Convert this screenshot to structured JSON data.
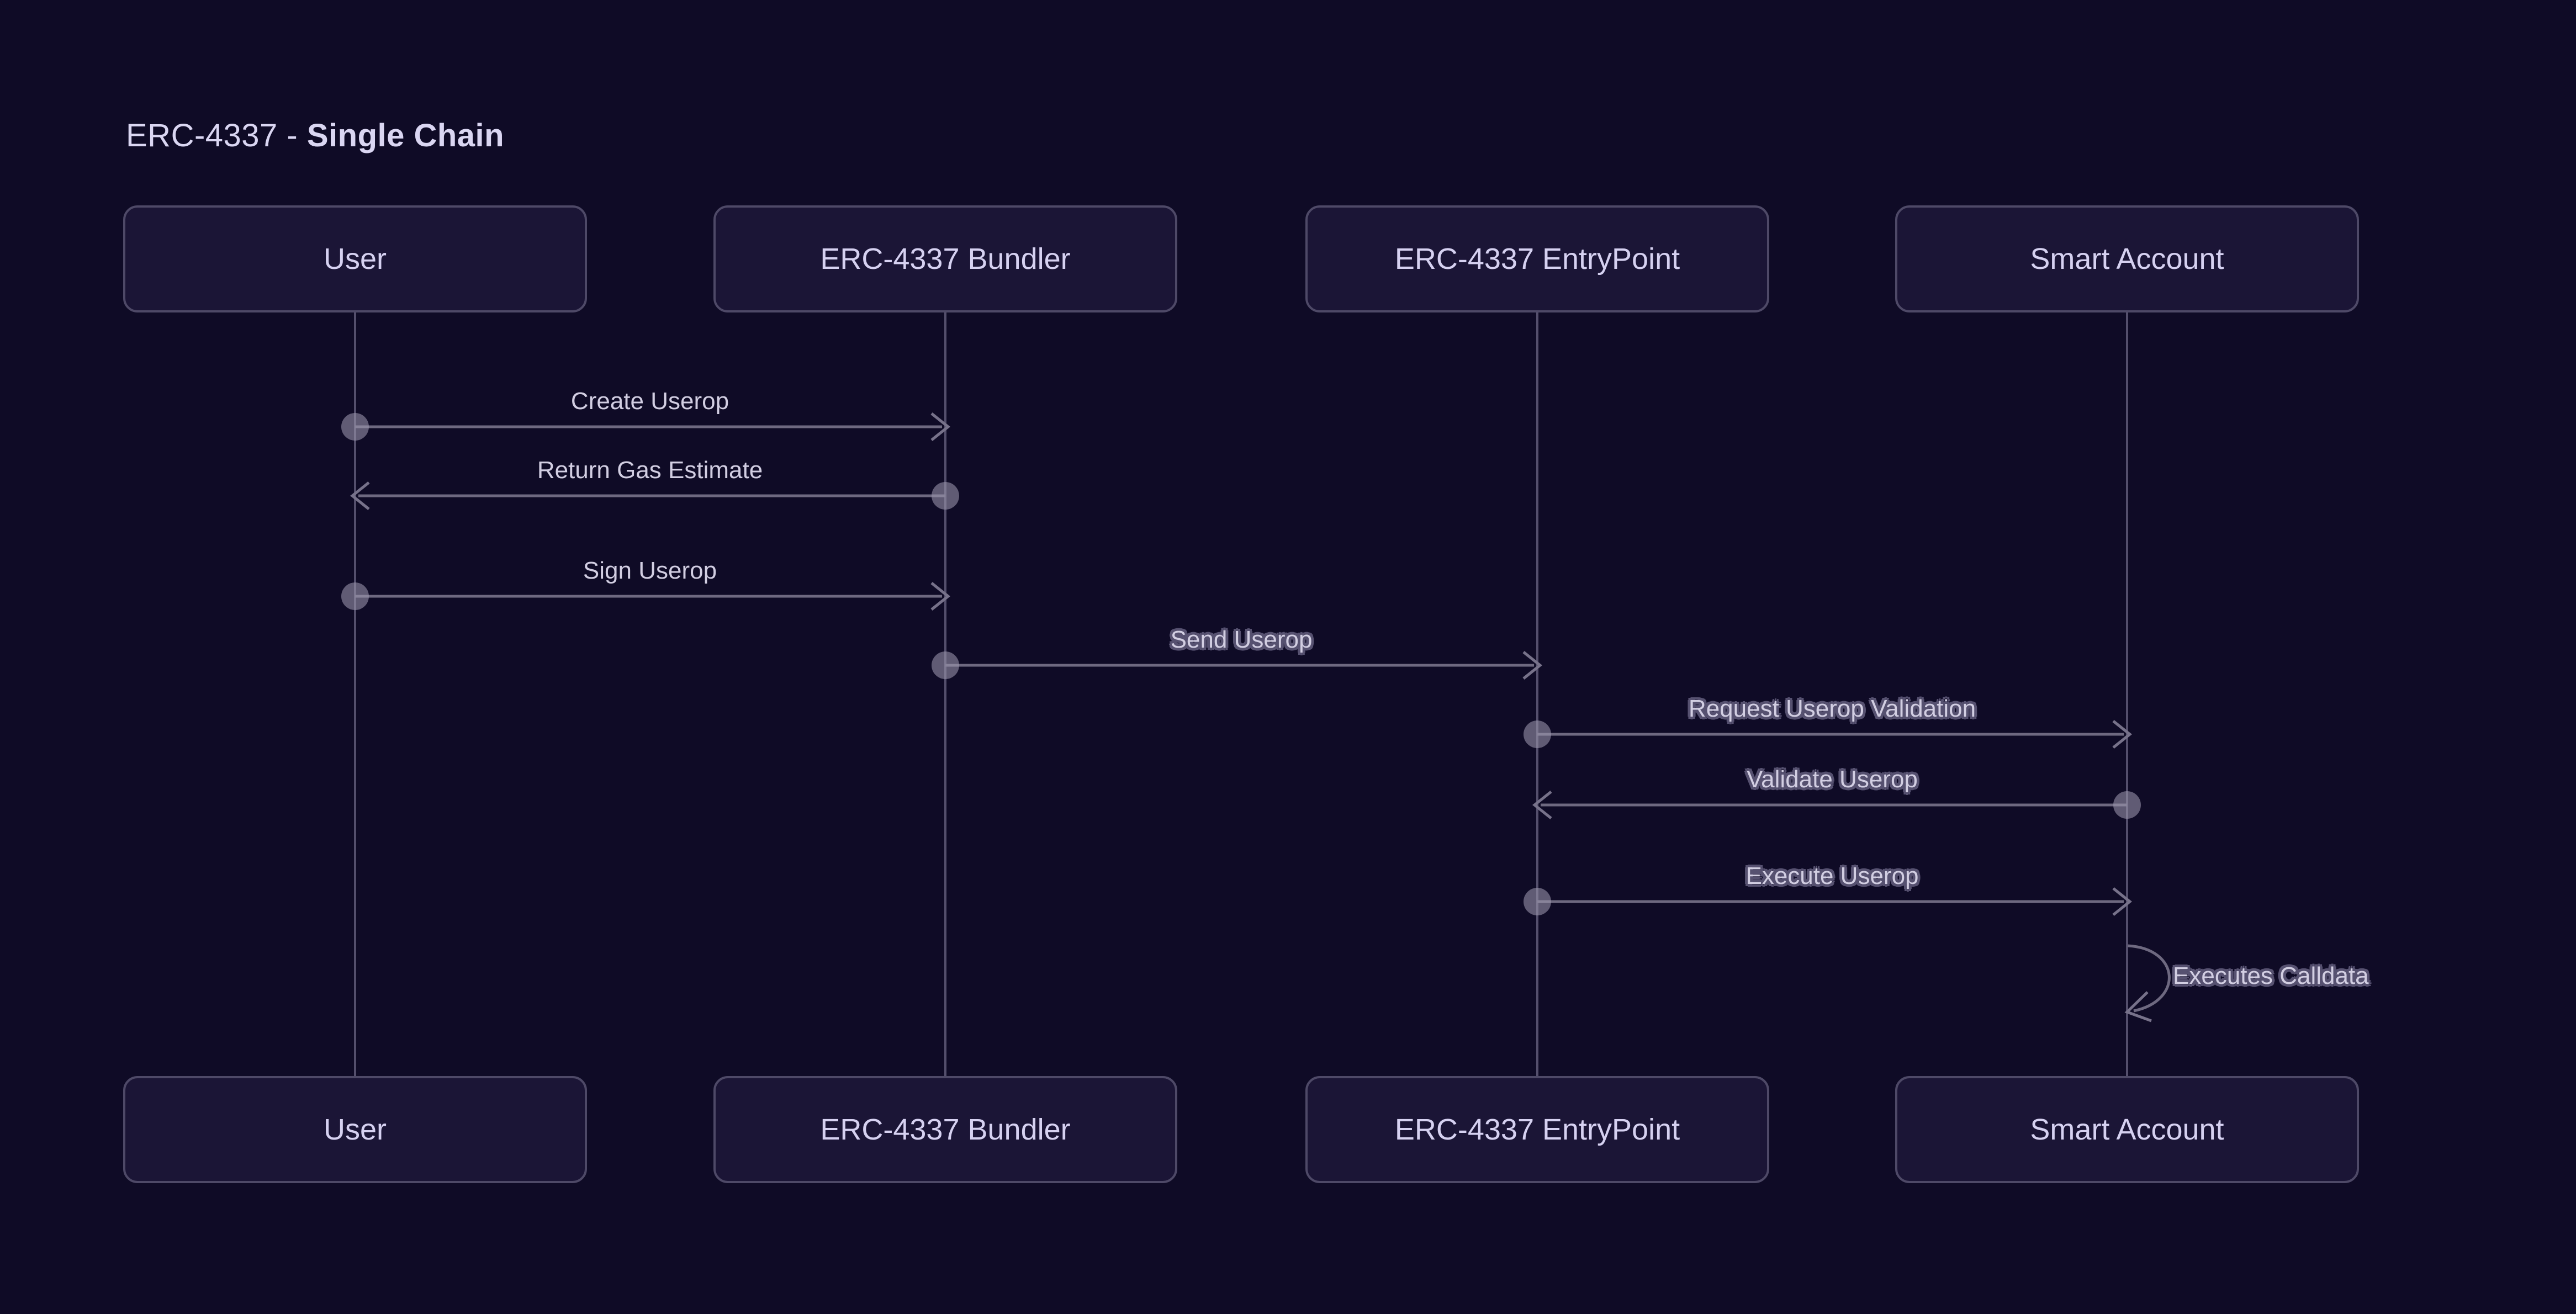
{
  "title": {
    "prefix": "ERC-4337 - ",
    "emphasis": "Single Chain"
  },
  "actors": [
    {
      "name": "User"
    },
    {
      "name": "ERC-4337 Bundler"
    },
    {
      "name": "ERC-4337 EntryPoint"
    },
    {
      "name": "Smart Account"
    }
  ],
  "messages": [
    {
      "label": "Create Userop",
      "from": "User",
      "to": "ERC-4337 Bundler"
    },
    {
      "label": "Return Gas Estimate",
      "from": "ERC-4337 Bundler",
      "to": "User"
    },
    {
      "label": "Sign Userop",
      "from": "User",
      "to": "ERC-4337 Bundler"
    },
    {
      "label": "Send Userop",
      "from": "ERC-4337 Bundler",
      "to": "ERC-4337 EntryPoint"
    },
    {
      "label": "Request Userop Validation",
      "from": "ERC-4337 EntryPoint",
      "to": "Smart Account"
    },
    {
      "label": "Validate Userop",
      "from": "Smart Account",
      "to": "ERC-4337 EntryPoint"
    },
    {
      "label": "Execute Userop",
      "from": "ERC-4337 EntryPoint",
      "to": "Smart Account"
    },
    {
      "label": "Executes Calldata",
      "from": "Smart Account",
      "to": "Smart Account"
    }
  ],
  "colors": {
    "background": "#0F0B26",
    "actor_fill": "#1B1536",
    "actor_border": "#4E4967",
    "actor_text": "#D6D1F1",
    "title_text": "#DAD6F2",
    "message_text": "#D2CEE2",
    "line_gray": "#6E6980",
    "lifeline_gray": "#544F6C"
  }
}
